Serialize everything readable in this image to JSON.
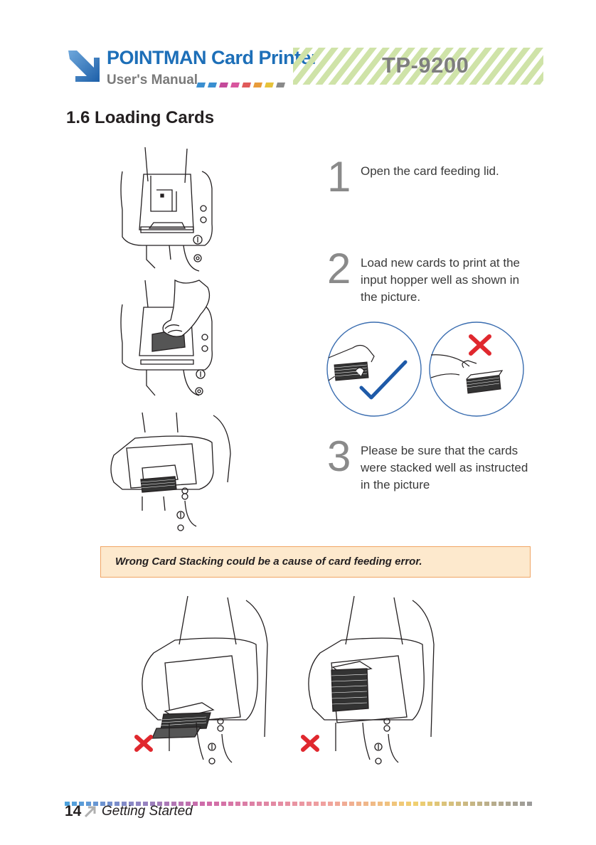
{
  "header": {
    "brand": "POINTMAN Card Printer",
    "subtitle": "User's Manual",
    "model": "TP-9200",
    "icon": "arrow-logo-icon"
  },
  "section_title": "1.6  Loading Cards",
  "steps": [
    {
      "number": "1",
      "text": "Open the card feeding lid."
    },
    {
      "number": "2",
      "text": "Load  new cards to print  at the input hopper  well as shown in the picture."
    },
    {
      "number": "3",
      "text": "Please be sure that the cards were stacked well as instructed in the picture"
    }
  ],
  "note": "Wrong Card Stacking could be a cause of card feeding error.",
  "footer": {
    "page_number": "14",
    "section": "Getting Started"
  },
  "colors": {
    "brand_blue": "#1d6fb8",
    "check_blue": "#1e5aa8",
    "error_red": "#e0282e",
    "note_bg": "#fde9cd",
    "note_border": "#f0a565",
    "stripe_green": "#cfe3a8"
  }
}
